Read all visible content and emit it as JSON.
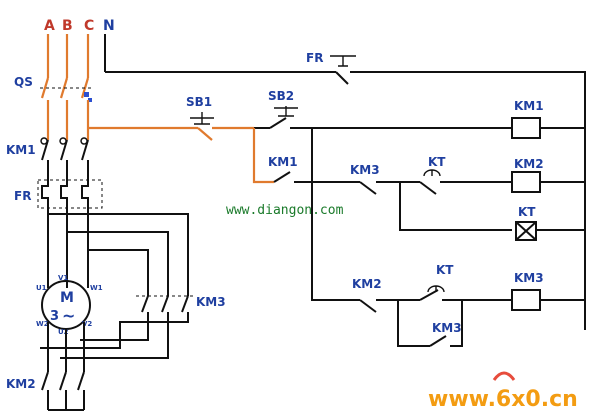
{
  "labels": {
    "phase_a": "A",
    "phase_b": "B",
    "phase_c": "C",
    "neutral": "N",
    "qs": "QS",
    "km1_main": "KM1",
    "fr_main": "FR",
    "motor_m": "M",
    "motor_3": "3",
    "motor_tilde": "~",
    "u1": "U1",
    "v1": "V1",
    "w1": "W1",
    "w2": "W2",
    "u2": "U2",
    "v2": "V2",
    "km3_main": "KM3",
    "km2_main": "KM2",
    "fr_ctrl": "FR",
    "sb1": "SB1",
    "sb2": "SB2",
    "km1_aux": "KM1",
    "km3_nc": "KM3",
    "kt_nc": "KT",
    "km2_nc": "KM2",
    "kt_no": "KT",
    "km3_aux": "KM3",
    "coil_km1": "KM1",
    "coil_km2": "KM2",
    "coil_kt": "KT",
    "coil_km3": "KM3"
  },
  "watermarks": {
    "site_url": "www.diangon.com",
    "logo_text": "www.6x0.cn"
  },
  "colors": {
    "wire": "#111111",
    "active_wire": "#e07a2e",
    "label": "#1f3fa0",
    "watermark_green": "#1a7a2a",
    "logo_orange": "#f39c12",
    "logo_red": "#e74c3c"
  }
}
